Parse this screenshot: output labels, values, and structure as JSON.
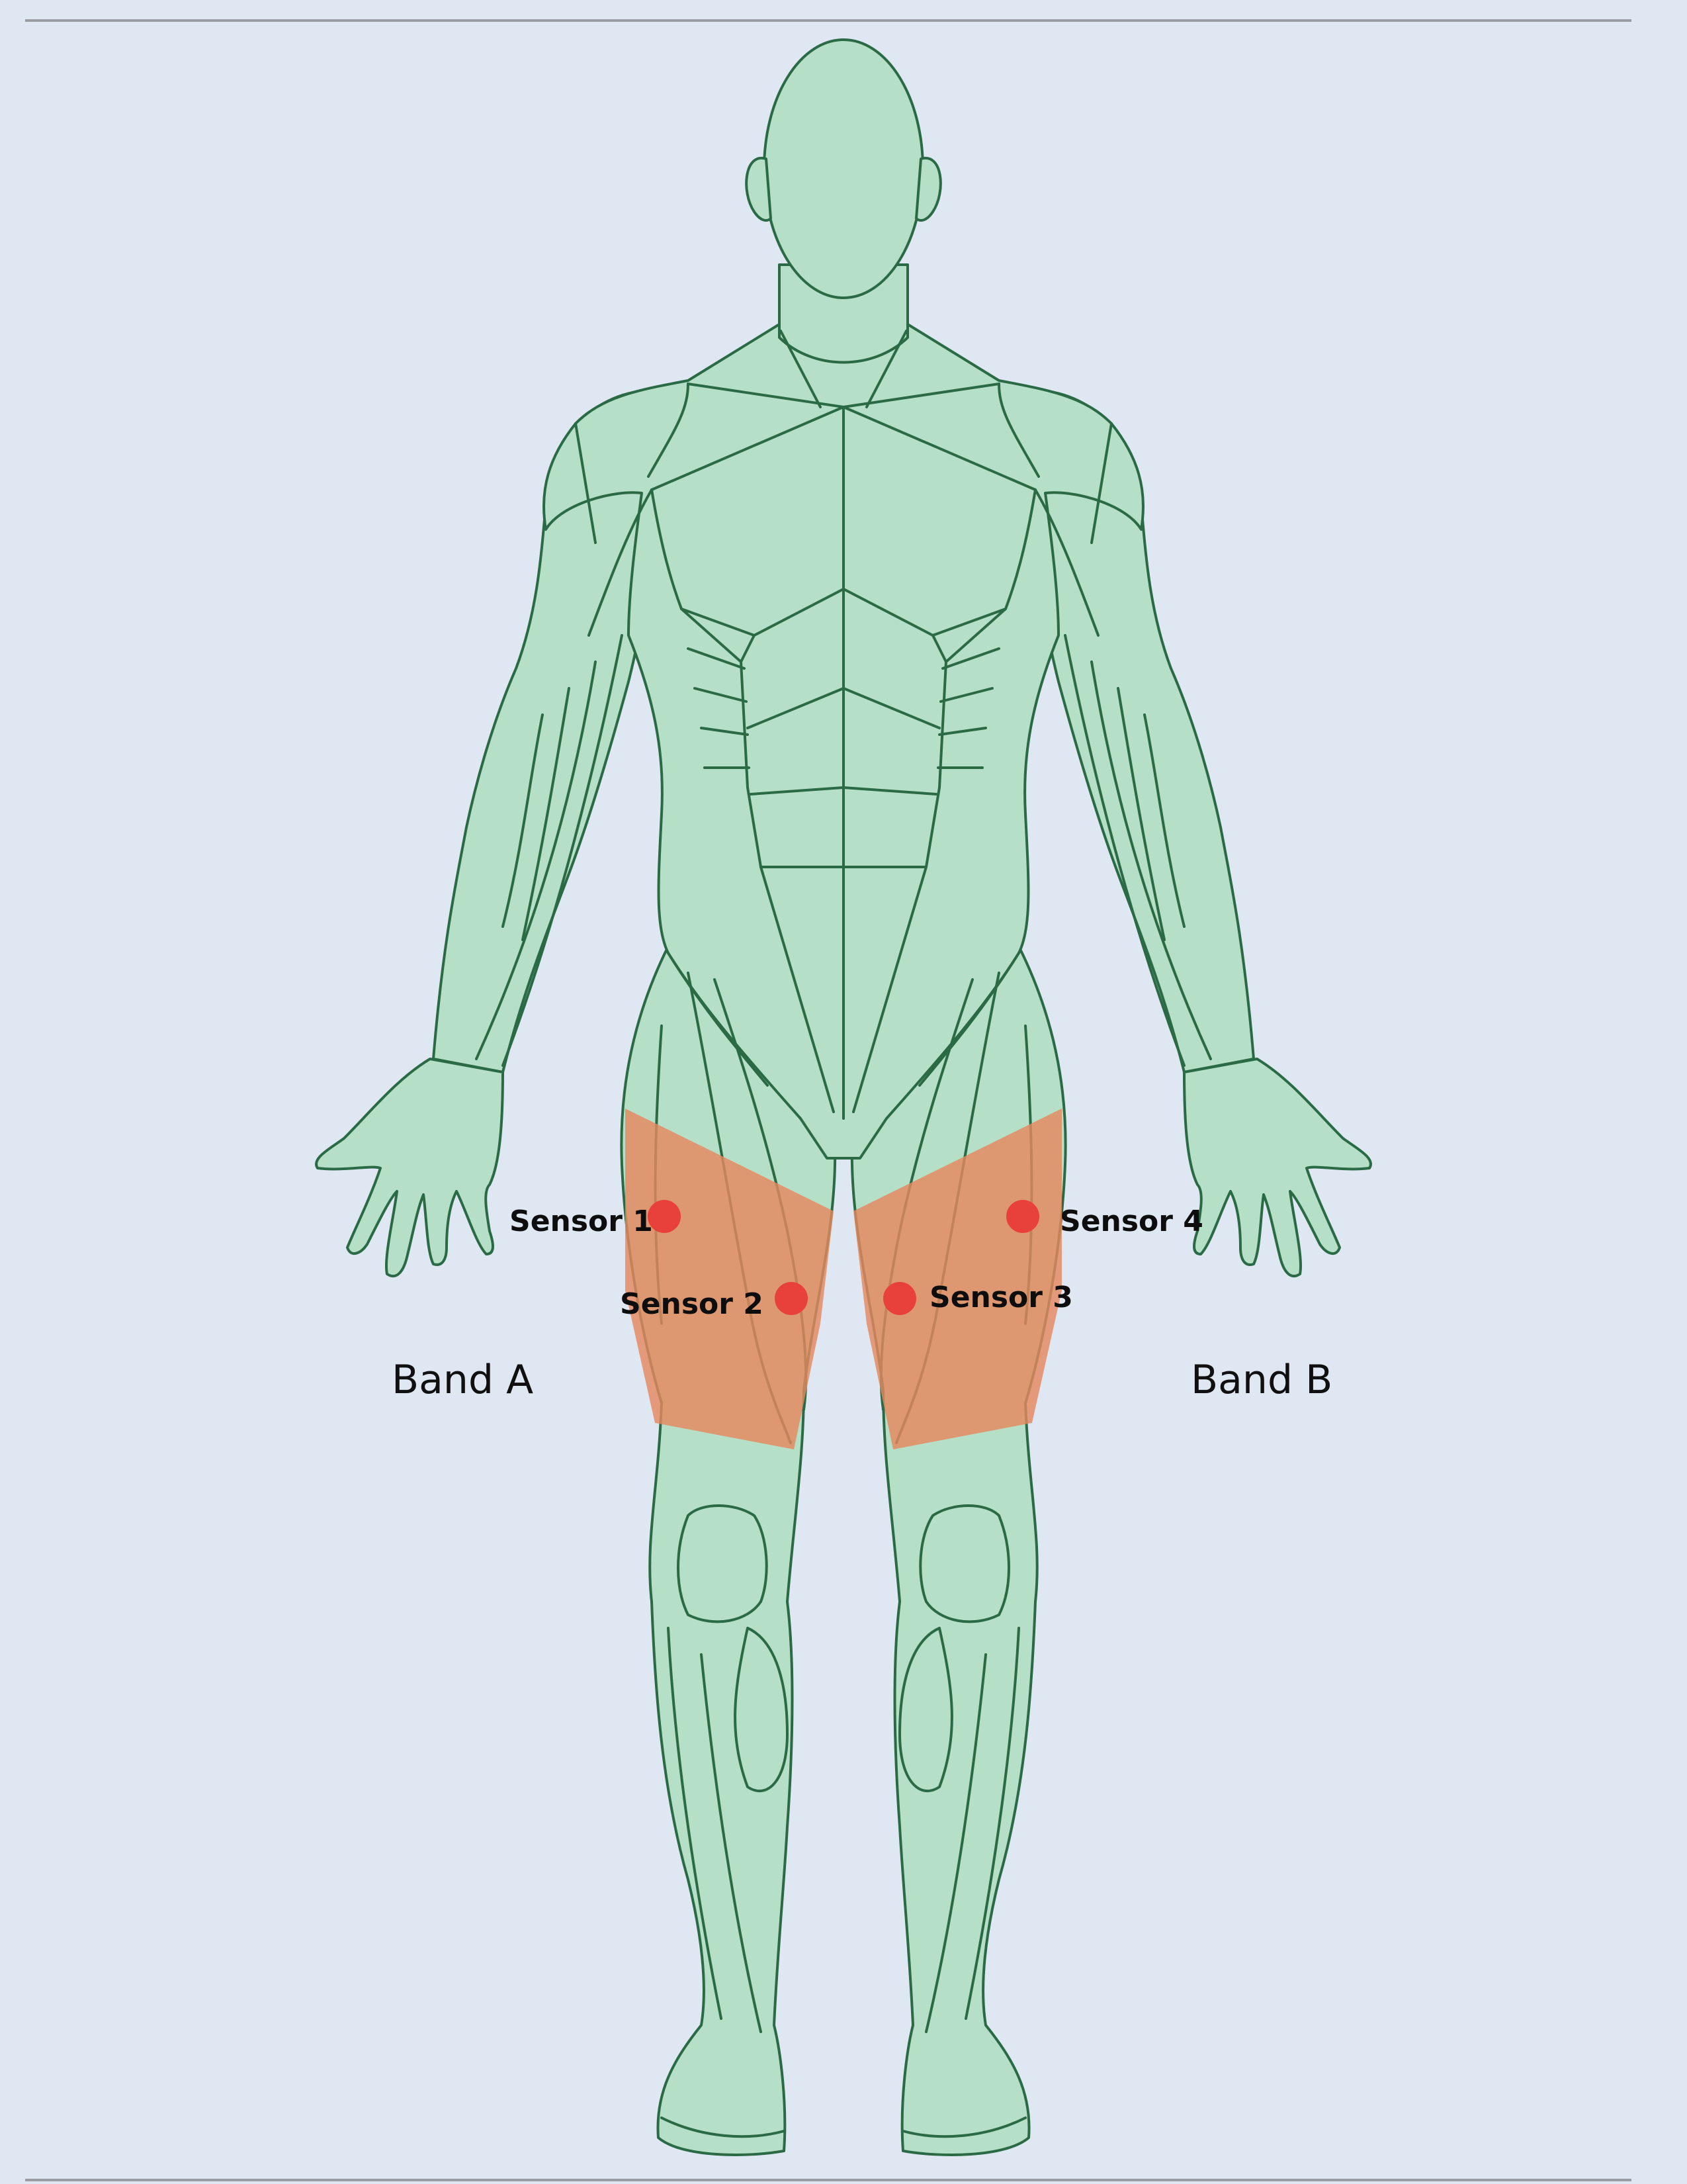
{
  "diagram": {
    "sensors": [
      {
        "id": "sensor-1",
        "label": "Sensor 1",
        "color": "#e8403a"
      },
      {
        "id": "sensor-2",
        "label": "Sensor 2",
        "color": "#e8403a"
      },
      {
        "id": "sensor-3",
        "label": "Sensor 3",
        "color": "#e8403a"
      },
      {
        "id": "sensor-4",
        "label": "Sensor 4",
        "color": "#e8403a"
      }
    ],
    "bands": [
      {
        "id": "band-a",
        "label": "Band A",
        "color": "#e5895f"
      },
      {
        "id": "band-b",
        "label": "Band B",
        "color": "#e5895f"
      }
    ],
    "colors": {
      "background": "#dfe8f2",
      "body_fill": "#b6dfc7",
      "body_outline": "#2a6a45",
      "sensor": "#e8403a",
      "band": "#e5895f"
    }
  }
}
